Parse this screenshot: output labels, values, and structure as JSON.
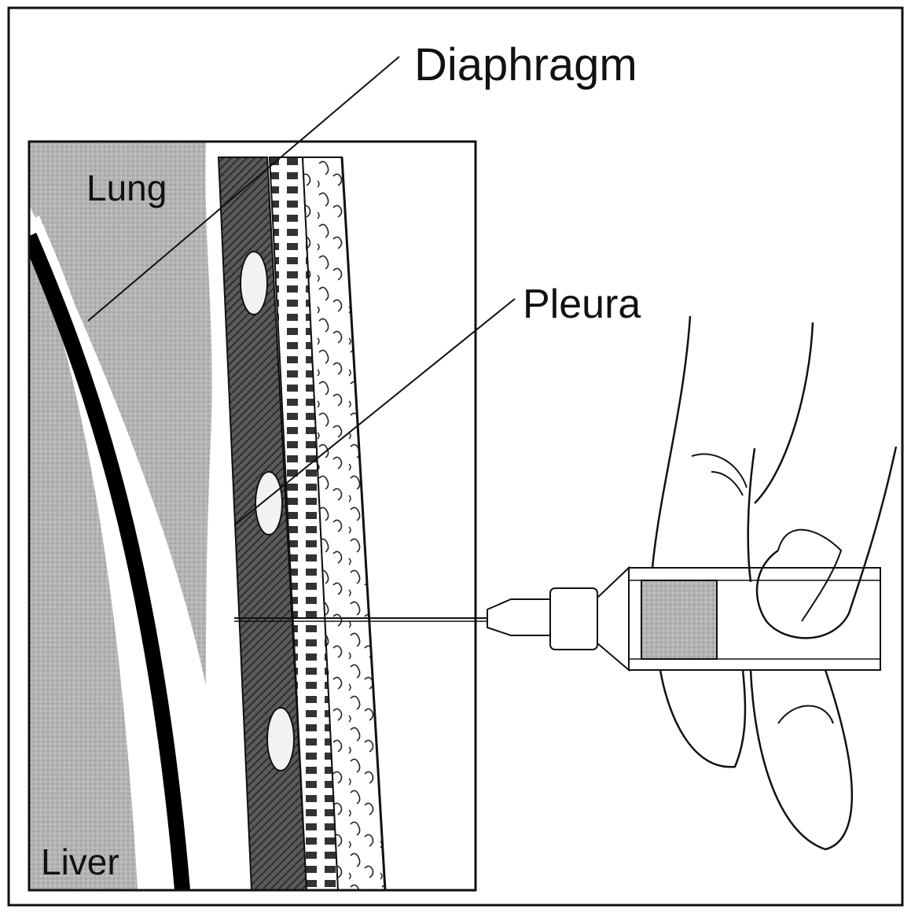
{
  "labels": {
    "diaphragm": "Diaphragm",
    "pleura": "Pleura",
    "lung": "Lung",
    "liver": "Liver"
  },
  "colors": {
    "ink": "#111111",
    "tissue_gray": "#b0b0b0",
    "dark_band": "#4a4a4a",
    "background": "#ffffff"
  }
}
